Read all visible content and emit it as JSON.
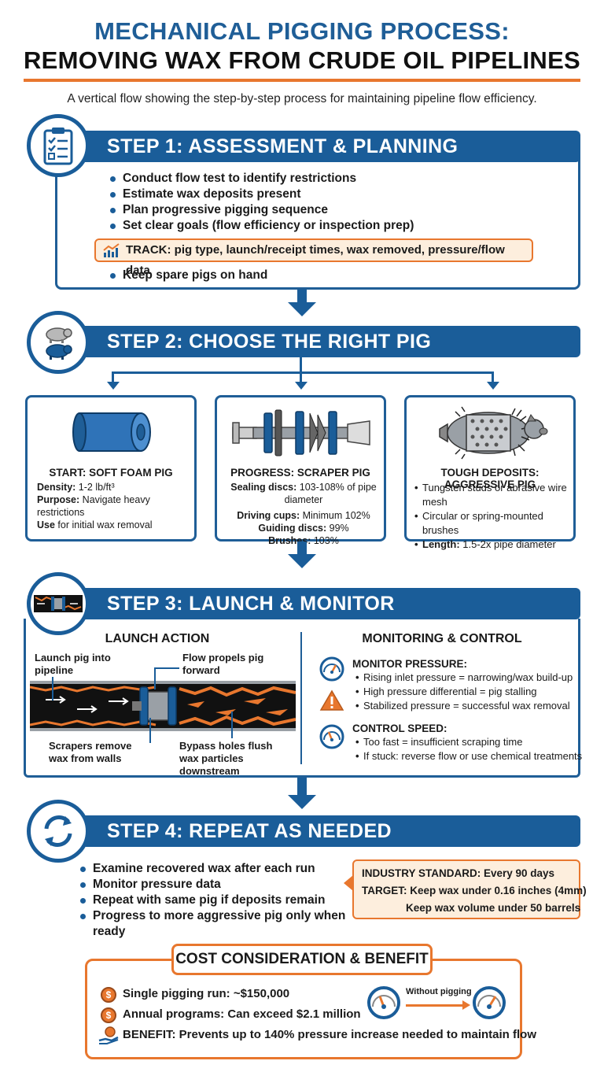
{
  "header": {
    "title_line1": "MECHANICAL PIGGING PROCESS:",
    "title_line2": "REMOVING WAX FROM CRUDE OIL PIPELINES",
    "subtitle": "A vertical flow showing the step-by-step process for maintaining pipeline flow efficiency."
  },
  "colors": {
    "primary": "#1a5d99",
    "accent": "#e8772e",
    "accent_fill": "#fdeedd"
  },
  "step1": {
    "title": "STEP 1: ASSESSMENT & PLANNING",
    "icon": "clipboard-checklist-icon",
    "bullets": [
      "Conduct flow test to identify restrictions",
      "Estimate wax deposits present",
      "Plan progressive pigging sequence",
      "Set clear goals (flow efficiency or inspection prep)"
    ],
    "track": "TRACK: pig type, launch/receipt times, wax removed, pressure/flow data",
    "track_icon": "chart-trend-icon",
    "extra_bullet": "Keep spare pigs on hand"
  },
  "step2": {
    "title": "STEP 2: CHOOSE THE RIGHT PIG",
    "icon": "pigs-icon",
    "cards": [
      {
        "title": "START: SOFT FOAM PIG",
        "lines": [
          {
            "label": "Density:",
            "text": " 1-2 lb/ft³"
          },
          {
            "label": "Purpose:",
            "text": " Navigate heavy restrictions"
          },
          {
            "label": "Use",
            "text": " for initial wax removal"
          }
        ]
      },
      {
        "title": "PROGRESS: SCRAPER PIG",
        "lines": [
          {
            "label": "Sealing discs:",
            "text": " 103-108% of pipe diameter"
          },
          {
            "label": "Driving cups:",
            "text": " Minimum 102%"
          },
          {
            "label": "Guiding discs:",
            "text": " 99%"
          },
          {
            "label": "Brushes:",
            "text": " 103%"
          }
        ]
      },
      {
        "title": "TOUGH DEPOSITS: AGGRESSIVE PIG",
        "bullets": [
          {
            "label": "",
            "text": "Tungsten studs or abrasive wire mesh"
          },
          {
            "label": "",
            "text": "Circular or spring-mounted brushes"
          },
          {
            "label": "Length:",
            "text": " 1.5-2x pipe diameter"
          }
        ]
      }
    ]
  },
  "step3": {
    "title": "STEP 3: LAUNCH & MONITOR",
    "icon": "pipeline-pig-icon",
    "launch_head": "LAUNCH ACTION",
    "annotations": {
      "launch": "Launch pig into pipeline",
      "flow": "Flow propels pig forward",
      "scrapers": "Scrapers remove wax from walls",
      "bypass": "Bypass holes flush wax particles downstream"
    },
    "monitor_head": "MONITORING & CONTROL",
    "monitor_pressure": {
      "head": "MONITOR PRESSURE:",
      "items": [
        "Rising inlet pressure = narrowing/wax build-up",
        "High pressure differential = pig stalling",
        "Stabilized pressure = successful wax removal"
      ]
    },
    "control_speed": {
      "head": "CONTROL SPEED:",
      "items": [
        "Too fast = insufficient scraping time",
        "If stuck: reverse flow or use chemical treatments"
      ]
    }
  },
  "step4": {
    "title": "STEP 4: REPEAT AS NEEDED",
    "icon": "refresh-cycle-icon",
    "bullets": [
      "Examine recovered wax after each run",
      "Monitor pressure data",
      "Repeat with same pig if deposits remain",
      "Progress to more aggressive pig only when ready"
    ],
    "standard": {
      "line1": "INDUSTRY STANDARD: Every 90 days",
      "line2": "TARGET: Keep wax under 0.16 inches (4mm)",
      "line3": "Keep wax volume under 50 barrels"
    }
  },
  "cost": {
    "title": "COST CONSIDERATION & BENEFIT",
    "single": "Single pigging run: ~$150,000",
    "annual": "Annual programs: Can exceed $2.1 million",
    "benefit": "BENEFIT: Prevents up to 140% pressure increase needed to maintain flow",
    "without": "Without pigging",
    "coin_symbol": "$"
  }
}
